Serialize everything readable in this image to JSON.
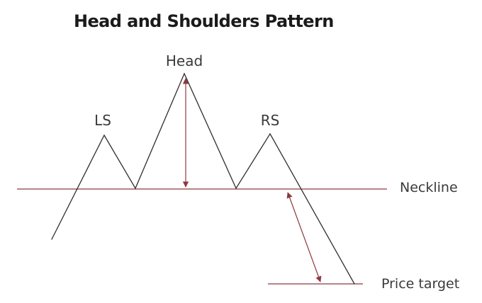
{
  "title": "Head and Shoulders Pattern",
  "labels": {
    "head": "Head",
    "left_shoulder": "LS",
    "right_shoulder": "RS",
    "neckline": "Neckline",
    "price_target": "Price target"
  },
  "colors": {
    "price_line": "#2e2e2e",
    "accent": "#8b3a40",
    "text": "#1b1b1b"
  }
}
